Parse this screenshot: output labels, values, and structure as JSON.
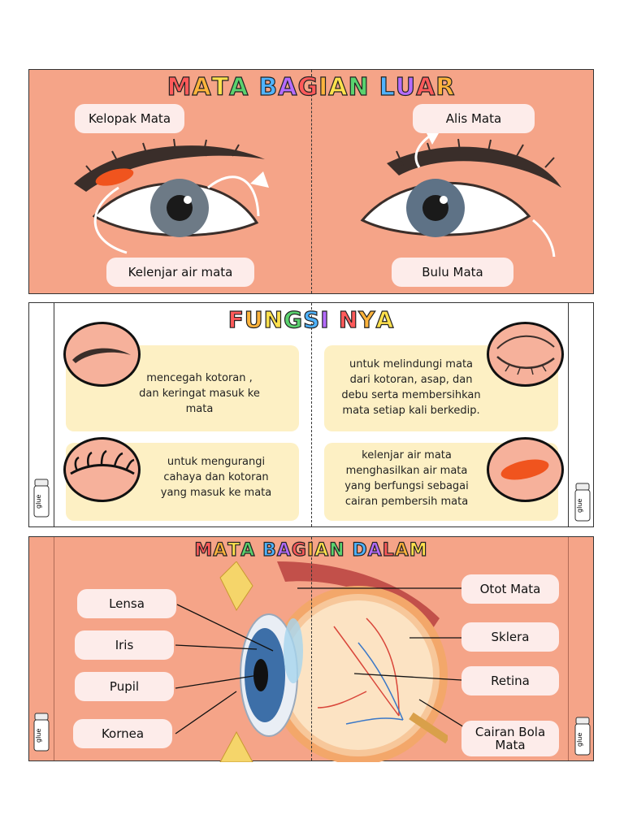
{
  "sections": {
    "luar": {
      "title": "MATA BAGIAN LUAR",
      "labels": {
        "kelopak": "Kelopak Mata",
        "alis": "Alis Mata",
        "kelenjar": "Kelenjar air mata",
        "bulu": "Bulu Mata"
      }
    },
    "fungsi": {
      "title": "FUNGSI NYA",
      "cards": {
        "alis_l1": "mencegah kotoran ,",
        "alis_l2": "dan keringat masuk ke",
        "alis_l3": "mata",
        "kelopak_l1": "untuk melindungi mata",
        "kelopak_l2": "dari kotoran, asap, dan",
        "kelopak_l3": "debu serta membersihkan",
        "kelopak_l4": "mata setiap kali berkedip.",
        "bulu_l1": "untuk mengurangi",
        "bulu_l2": "cahaya dan kotoran",
        "bulu_l3": "yang masuk ke mata",
        "kelenjar_l1": "kelenjar air mata",
        "kelenjar_l2": "menghasilkan air mata",
        "kelenjar_l3": "yang berfungsi sebagai",
        "kelenjar_l4": "cairan pembersih mata"
      },
      "glue": "glue"
    },
    "dalam": {
      "title": "MATA BAGIAN DALAM",
      "labels": {
        "lensa": "Lensa",
        "iris": "Iris",
        "pupil": "Pupil",
        "kornea": "Kornea",
        "otot": "Otot Mata",
        "sklera": "Sklera",
        "retina": "Retina",
        "cairan_l1": "Cairan Bola",
        "cairan_l2": "Mata"
      },
      "glue": "glue"
    }
  },
  "title_colors": [
    "#ff5a5a",
    "#ffb43c",
    "#ffe14d",
    "#5ad26e",
    "#4fb3ff",
    "#b56cff"
  ],
  "icons": [
    "eyebrow-icon",
    "closed-eye-icon",
    "eyelash-icon",
    "tear-gland-icon",
    "glue-stick-icon"
  ]
}
